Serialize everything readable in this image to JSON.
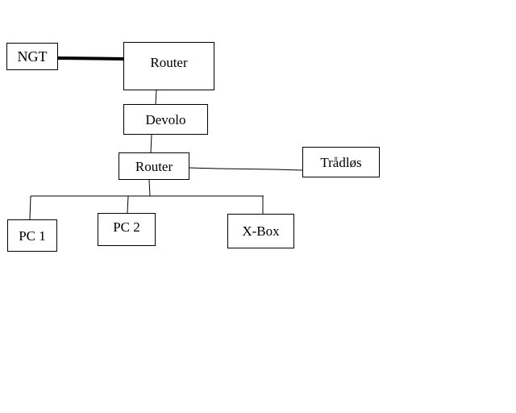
{
  "diagram": {
    "nodes": {
      "ngt": "NGT",
      "router_top": "Router",
      "devolo": "Devolo",
      "router_mid": "Router",
      "tradlos": "Trådløs",
      "pc1": "PC 1",
      "pc2": "PC 2",
      "xbox": "X-Box"
    },
    "line_color": "#000000",
    "background": "#ffffff"
  }
}
